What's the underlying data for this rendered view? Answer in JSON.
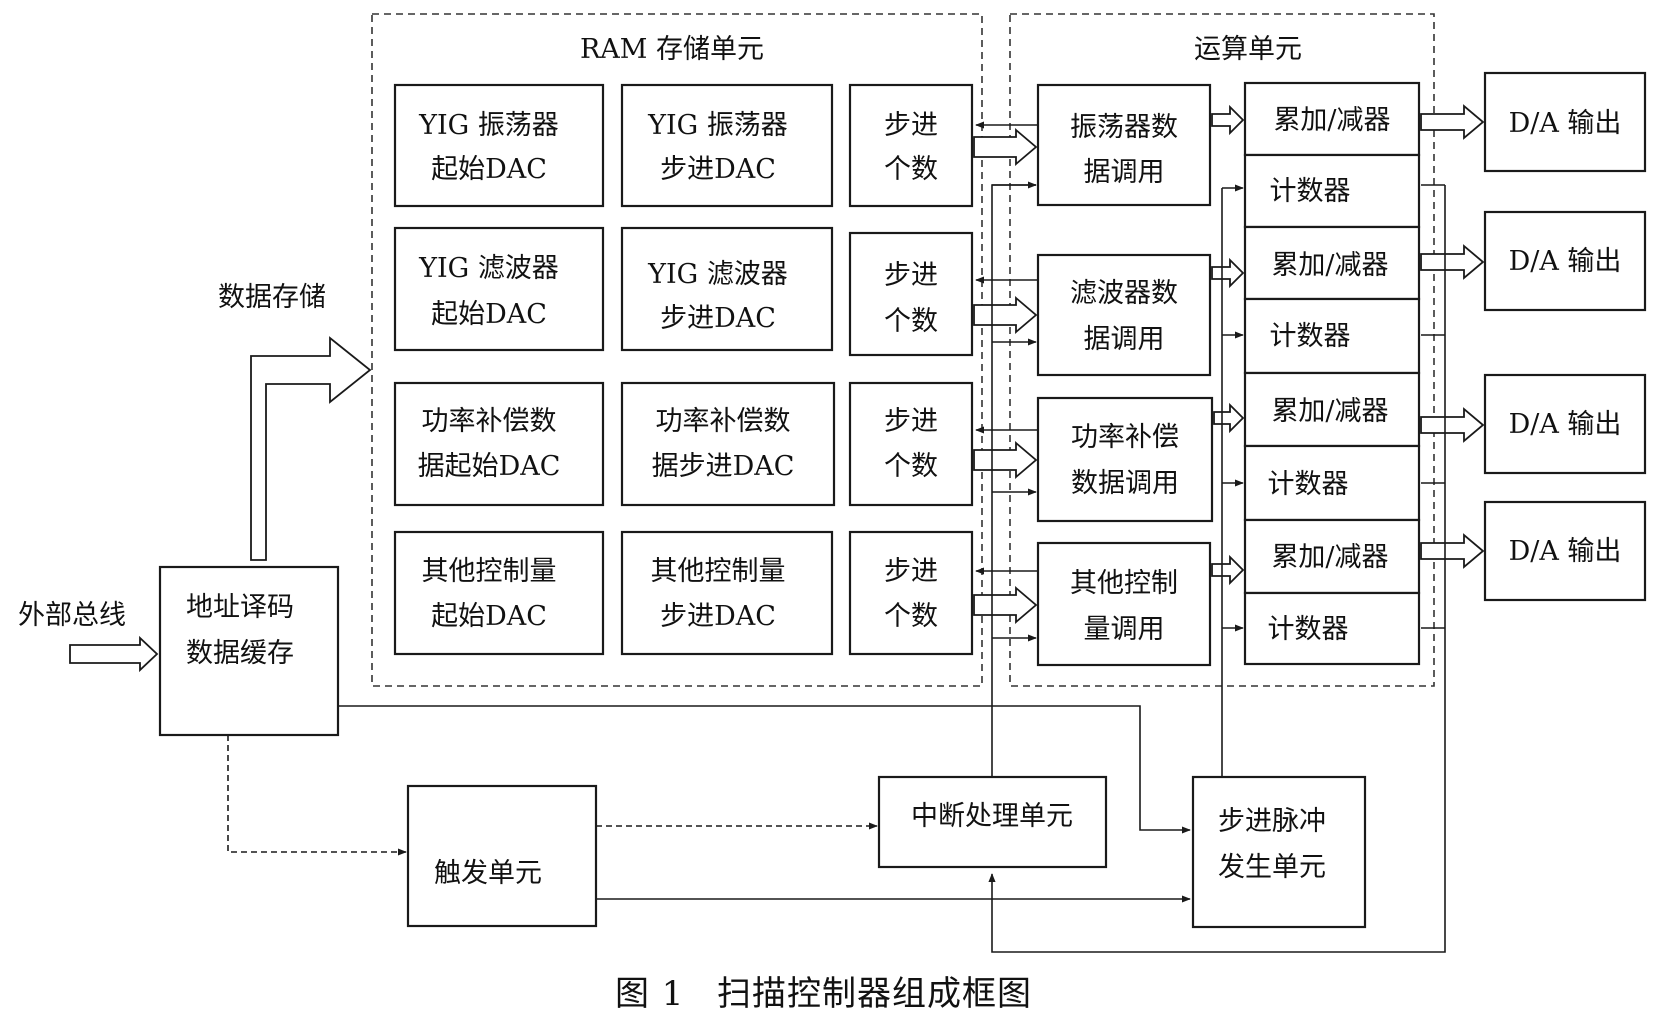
{
  "caption": {
    "number": "图 1",
    "title": "扫描控制器组成框图"
  },
  "external_bus": "外部总线",
  "data_store_label": "数据存储",
  "decoder": {
    "line1": "地址译码",
    "line2": "数据缓存"
  },
  "ram_unit": {
    "title": "RAM 存储单元",
    "rows": [
      {
        "start": [
          "YIG 振荡器",
          "起始DAC"
        ],
        "step": [
          "YIG 振荡器",
          "步进DAC"
        ],
        "count": [
          "步进",
          "个数"
        ]
      },
      {
        "start": [
          "YIG 滤波器",
          "起始DAC"
        ],
        "step": [
          "YIG 滤波器",
          "步进DAC"
        ],
        "count": [
          "步进",
          "个数"
        ]
      },
      {
        "start": [
          "功率补偿数",
          "据起始DAC"
        ],
        "step": [
          "功率补偿数",
          "据步进DAC"
        ],
        "count": [
          "步进",
          "个数"
        ]
      },
      {
        "start": [
          "其他控制量",
          "起始DAC"
        ],
        "step": [
          "其他控制量",
          "步进DAC"
        ],
        "count": [
          "步进",
          "个数"
        ]
      }
    ]
  },
  "compute_unit": {
    "title": "运算单元",
    "calls": [
      [
        "振荡器数",
        "据调用"
      ],
      [
        "滤波器数",
        "据调用"
      ],
      [
        "功率补偿",
        "数据调用"
      ],
      [
        "其他控制",
        "量调用"
      ]
    ],
    "accumulator": "累加/减器",
    "counter": "计数器"
  },
  "da_output": "D/A 输出",
  "trigger_unit": "触发单元",
  "interrupt_unit": "中断处理单元",
  "pulse_unit": {
    "line1": "步进脉冲",
    "line2": "发生单元"
  }
}
